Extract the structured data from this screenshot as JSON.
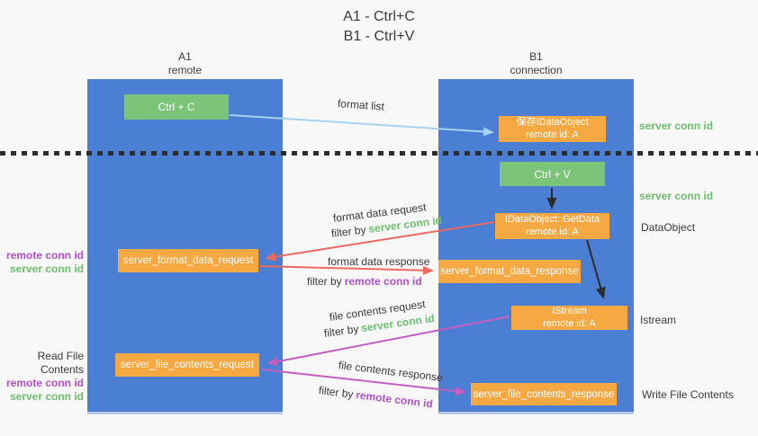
{
  "title": {
    "line1": "A1 - Ctrl+C",
    "line2": "B1 - Ctrl+V"
  },
  "lanes": {
    "left": {
      "name": "A1",
      "role": "remote"
    },
    "right": {
      "name": "B1",
      "role": "connection"
    }
  },
  "terms": {
    "server_conn_id": "server conn id",
    "remote_conn_id": "remote conn id",
    "filter_by": "filter by"
  },
  "nodes": {
    "ctrl_c": {
      "label": "Ctrl + C"
    },
    "ctrl_v": {
      "label": "Ctrl + V"
    },
    "save_dataobject": {
      "line1": "保存IDataObject",
      "line2": "remote id: A"
    },
    "getdata": {
      "line1": "IDataObject::GetData",
      "line2": "remote id: A"
    },
    "istream": {
      "line1": "IStream",
      "line2": "remote id: A"
    },
    "server_format_data_request": {
      "label": "server_format_data_request"
    },
    "server_format_data_response": {
      "label": "server_format_data_response"
    },
    "server_file_contents_request": {
      "label": "server_file_contents_request"
    },
    "server_file_contents_response": {
      "label": "server_file_contents_response"
    }
  },
  "flow_labels": {
    "format_list": "format list",
    "format_data_request": "format data request",
    "format_data_response": "format data response",
    "file_contents_request": "file contents request",
    "file_contents_response": "file contents response"
  },
  "side_labels": {
    "dataobject": "DataObject",
    "istream": "Istream",
    "read_file_contents": "Read File Contents",
    "write_file_contents": "Write File Contents"
  },
  "colors": {
    "lane_blue": "#4a7fd3",
    "node_green": "#7cc47a",
    "node_orange": "#f6a843",
    "arrow_light_blue": "#a6d3ef",
    "arrow_red": "#ec6a5f",
    "arrow_magenta": "#c45ec0",
    "arrow_black": "#2b2b2b",
    "text_green": "#6cbf6c",
    "text_purple": "#b24fc8"
  }
}
